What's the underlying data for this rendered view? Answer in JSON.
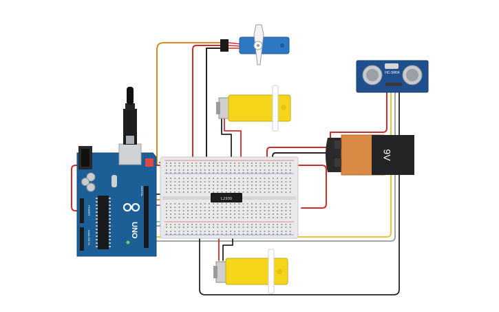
{
  "colors": {
    "arduino_board": "#1b5f96",
    "breadboard": "#e9e9e9",
    "wire_red": "#d32a2a",
    "wire_black": "#222222",
    "wire_orange": "#e08a1e",
    "wire_yellow": "#e8c531",
    "wire_magenta": "#c2388f",
    "wire_cyan": "#6fc4c8",
    "wire_gray": "#8a8a8a",
    "motor_yellow": "#f4d51a",
    "battery_orange": "#d98b46",
    "sensor_blue": "#1f4f8c",
    "servo_blue": "#2c78c4"
  },
  "components": {
    "battery_label": "9V",
    "ultrasonic_label": "HC-SR04",
    "driver_ic_label": "L293D",
    "arduino_brand": "UNO",
    "arduino_digital_label": "DIGITAL",
    "arduino_power_label": "POWER",
    "arduino_analog_label": "ANALOG IN"
  }
}
